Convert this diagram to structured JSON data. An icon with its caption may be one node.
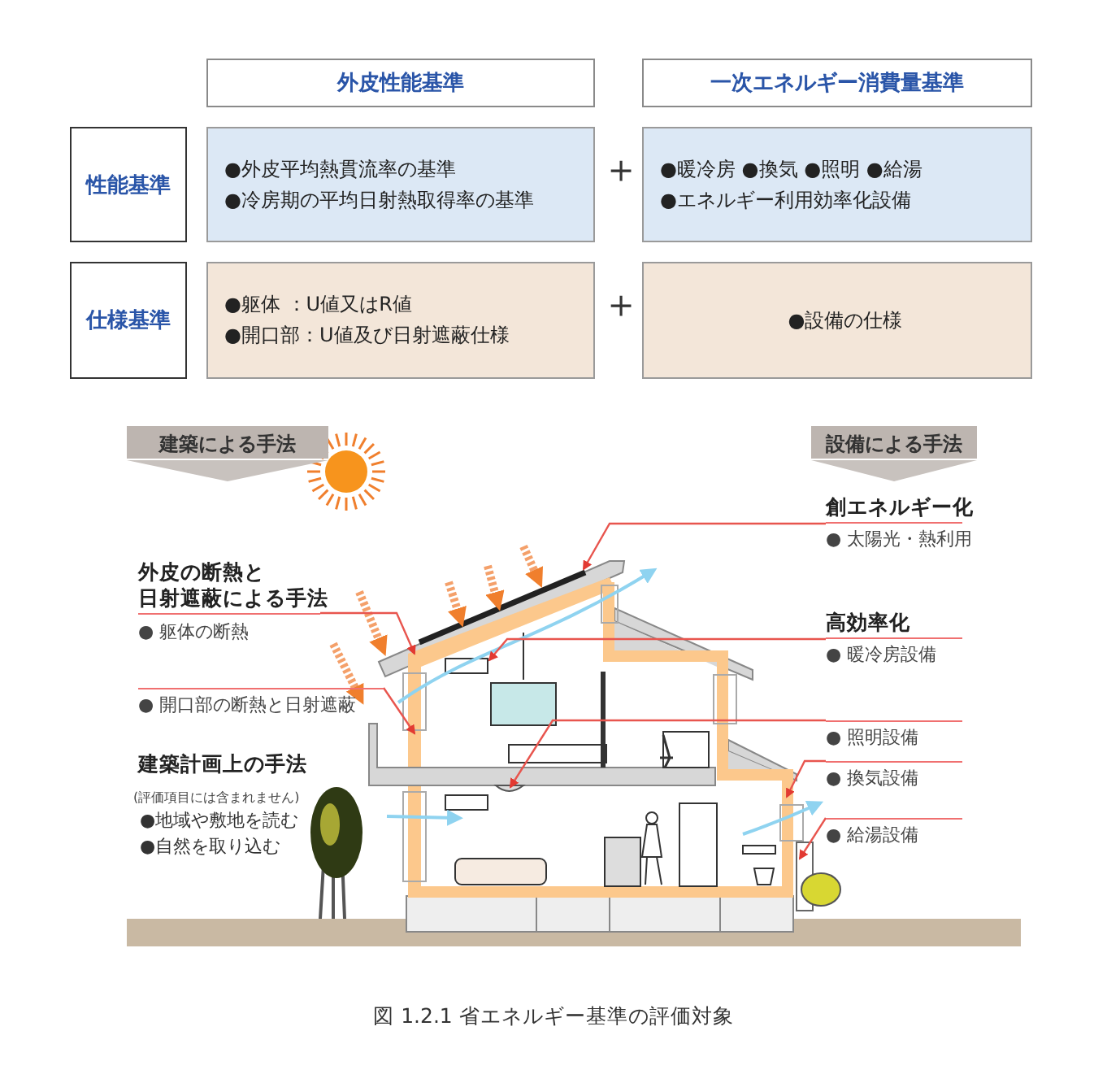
{
  "diagram": {
    "caption": "図 1.2.1 省エネルギー基準の評価対象",
    "nodes": [
      {
        "text": [
          "外皮性能基準"
        ]
      },
      {
        "text": [
          "一次エネルギー消費量基準"
        ]
      },
      {
        "text": [
          "性能基準"
        ]
      },
      {
        "text": [
          "●外皮平均熱貫流率の基準",
          "●冷房期の平均日射熱取得率の基準"
        ]
      },
      {
        "text": [
          "●暖冷房 ●換気 ●照明 ●給湯",
          "●エネルギー利用効率化設備"
        ]
      },
      {
        "text": [
          "仕様基準"
        ]
      },
      {
        "text": [
          "●躯体 ：U値又はR値",
          "●開口部：U値及び日射遮蔽仕様"
        ]
      },
      {
        "text": [
          "●設備の仕様"
        ]
      },
      {
        "text": [
          "建築による手法"
        ]
      },
      {
        "text": [
          "設備による手法"
        ]
      },
      {
        "text": [
          "外皮の断熱と",
          "日射遮蔽による手法"
        ],
        "beside": [
          "● 躯体の断熱"
        ]
      },
      {
        "text": [
          "● 開口部の断熱と日射遮蔽"
        ]
      },
      {
        "text": [
          "創エネルギー化"
        ],
        "beside": [
          "● 太陽光・熱利用"
        ]
      },
      {
        "text": [
          "高効率化"
        ],
        "beside": [
          "● 暖冷房設備"
        ]
      },
      {
        "text": [
          "● 照明設備"
        ]
      },
      {
        "text": [
          "● 換気設備"
        ]
      },
      {
        "text": [
          "● 給湯設備"
        ]
      }
    ],
    "edges": [
      {
        "from": 10,
        "to": null,
        "arrow": "to"
      },
      {
        "from": 11,
        "to": null,
        "arrow": "to"
      },
      {
        "from": 12,
        "to": null,
        "arrow": "to"
      },
      {
        "from": 13,
        "to": null,
        "arrow": "to"
      },
      {
        "from": 14,
        "to": null,
        "arrow": "to"
      },
      {
        "from": 15,
        "to": null,
        "arrow": "to"
      },
      {
        "from": 16,
        "to": null,
        "arrow": "to"
      }
    ],
    "labels": [
      "＋",
      "＋",
      "建築計画上の手法",
      "(評価項目には含まれません)",
      "●地域や敷地を読む",
      "●自然を取り込む"
    ]
  }
}
